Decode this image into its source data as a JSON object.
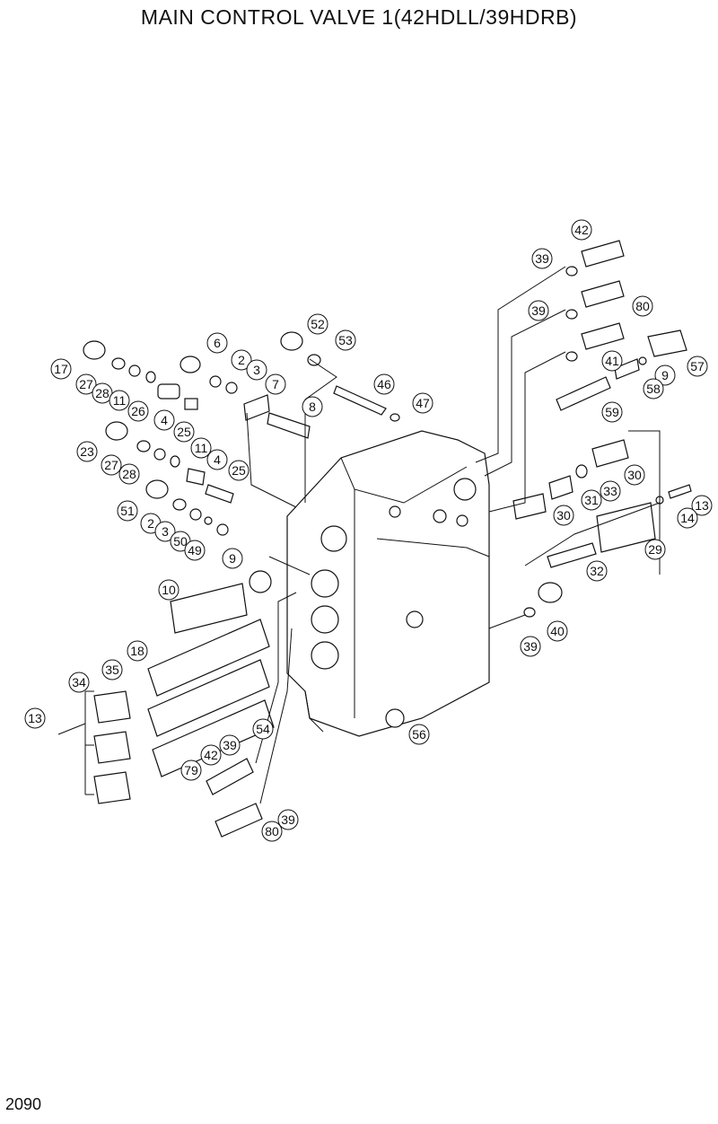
{
  "title": "MAIN CONTROL VALVE 1(42HDLL/39HDRB)",
  "page_number": "2090",
  "callouts": [
    "42",
    "39",
    "80",
    "39",
    "41",
    "9",
    "57",
    "58",
    "59",
    "52",
    "53",
    "6",
    "2",
    "3",
    "7",
    "46",
    "47",
    "8",
    "17",
    "27",
    "28",
    "11",
    "26",
    "4",
    "25",
    "23",
    "27",
    "28",
    "11",
    "4",
    "25",
    "30",
    "31",
    "33",
    "13",
    "30",
    "14",
    "51",
    "2",
    "3",
    "50",
    "49",
    "29",
    "9",
    "32",
    "10",
    "40",
    "39",
    "18",
    "35",
    "34",
    "54",
    "56",
    "13",
    "42",
    "39",
    "79",
    "39",
    "80"
  ]
}
